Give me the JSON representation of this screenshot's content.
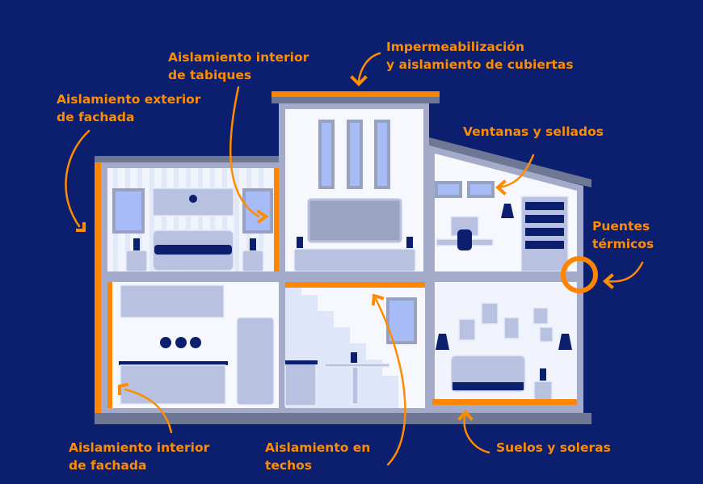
{
  "title": "Aislamiento de la vivienda",
  "colors": {
    "background": "#0b1f6e",
    "accent": "#ff8c00",
    "structure": "#a3abc8",
    "window": "#a7bcf6"
  },
  "labels": {
    "roof": [
      "Impermeabilización",
      "y aislamiento de cubiertas"
    ],
    "partitions": [
      "Aislamiento interior",
      "de tabiques"
    ],
    "exterior_facade": [
      "Aislamiento exterior",
      "de fachada"
    ],
    "windows": [
      "Ventanas y sellados"
    ],
    "thermal_bridges": [
      "Puentes",
      "térmicos"
    ],
    "interior_facade": [
      "Aislamiento interior",
      "de fachada"
    ],
    "ceilings": [
      "Aislamiento en",
      "techos"
    ],
    "floors": [
      "Suelos y soleras"
    ]
  }
}
